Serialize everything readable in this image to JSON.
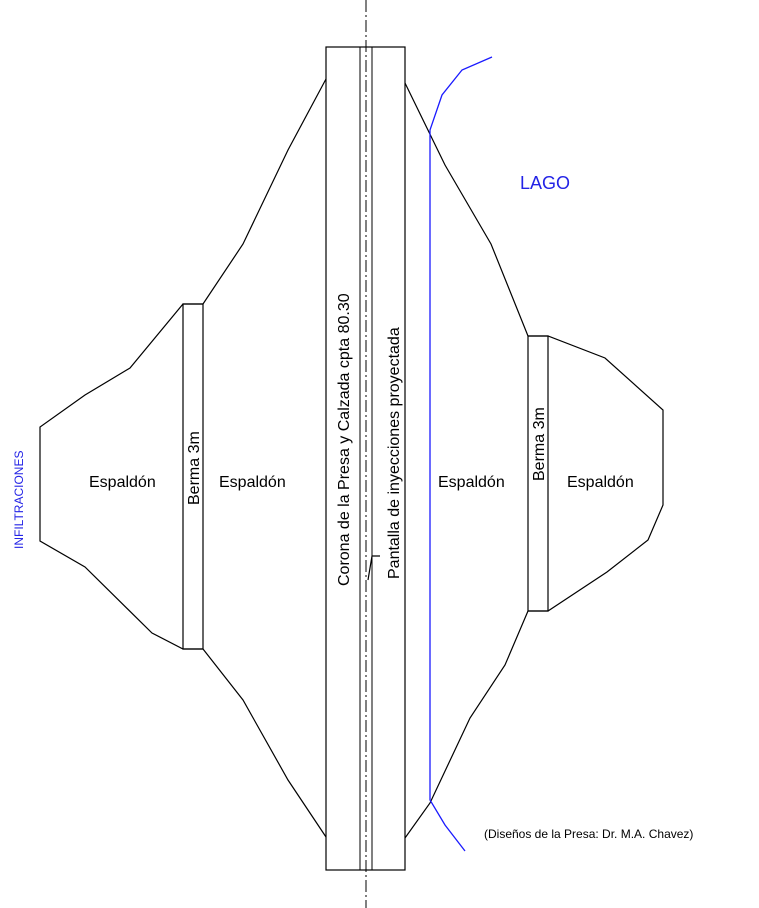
{
  "labels": {
    "crest": "Corona de la Presa y Calzada cpta 80.30",
    "curtain": "Pantalla de inyecciones proyectada",
    "lake": "LAGO",
    "infiltration": "INFILTRACIONES",
    "berm_left": "Berma 3m",
    "berm_right": "Berma 3m",
    "shoulder_far_left": "Espaldón",
    "shoulder_left": "Espaldón",
    "shoulder_right": "Espaldón",
    "shoulder_far_right": "Espaldón",
    "credit": "(Diseños de la Presa: Dr. M.A. Chavez)"
  },
  "colors": {
    "line": "#000000",
    "water": "#1a1aff",
    "label_blue": "#2323e6"
  }
}
